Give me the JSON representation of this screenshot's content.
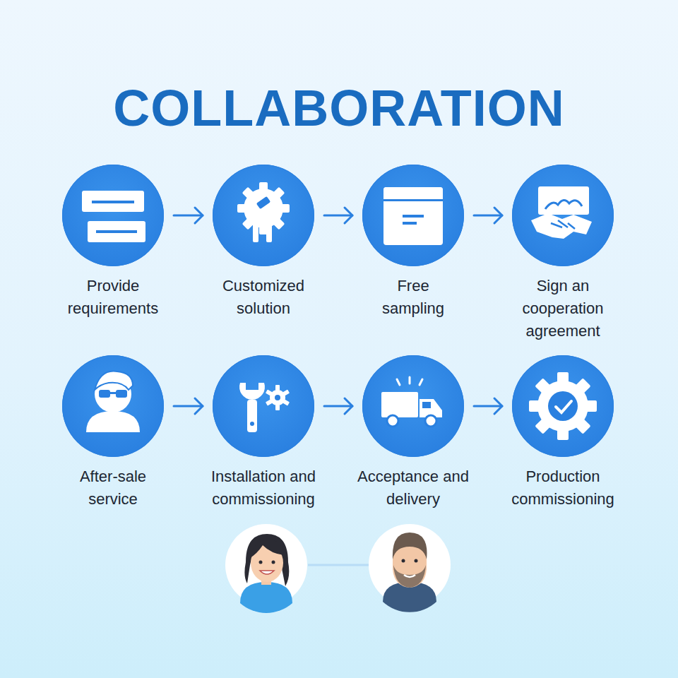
{
  "diagram": {
    "title": "COLLABORATION",
    "nodes": [
      {
        "text": [
          "Provide requirements"
        ]
      },
      {
        "text": [
          "Customized solution"
        ]
      },
      {
        "text": [
          "Free sampling"
        ]
      },
      {
        "text": [
          "Sign an cooperation agreement"
        ]
      },
      {
        "text": [
          "After-sale service"
        ]
      },
      {
        "text": [
          "Installation and commissioning"
        ]
      },
      {
        "text": [
          "Acceptance and delivery"
        ]
      },
      {
        "text": [
          "Production commissioning"
        ]
      }
    ],
    "edges": [
      {
        "from": 0,
        "to": 1,
        "arrow": "to"
      },
      {
        "from": 1,
        "to": 2,
        "arrow": "to"
      },
      {
        "from": 2,
        "to": 3,
        "arrow": "to"
      },
      {
        "from": 4,
        "to": 5,
        "arrow": "to"
      },
      {
        "from": 5,
        "to": 6,
        "arrow": "to"
      },
      {
        "from": 6,
        "to": 7,
        "arrow": "to"
      }
    ]
  }
}
